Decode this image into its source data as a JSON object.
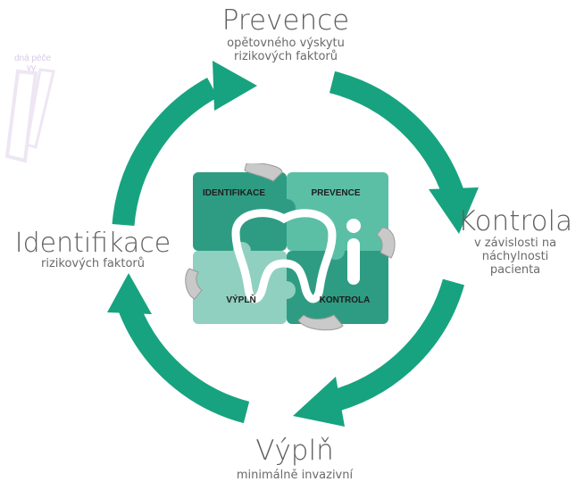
{
  "colors": {
    "ring": "#17a37f",
    "puzzle_dark": "#2e9c82",
    "puzzle_light": "#8fd0c0",
    "puzzle_mid": "#5bbfa6",
    "faded_text": "#d9c9e6"
  },
  "faded_fragment": {
    "line1": "dná péče",
    "line2": "vy"
  },
  "stages": {
    "top": {
      "title": "Prevence",
      "line1": "opětovného výskytu",
      "line2": "rizikových faktorů"
    },
    "right": {
      "title": "Kontrola",
      "line1": "v závislosti na",
      "line2": "náchylnosti",
      "line3": "pacienta"
    },
    "bottom": {
      "title": "Výplň",
      "line1": "minimálně invazivní"
    },
    "left": {
      "title": "Identifikace",
      "line1": "rizikových faktorů"
    }
  },
  "puzzle": {
    "top_left": "IDENTIFIKACE",
    "top_right": "PREVENCE",
    "bottom_left": "VÝPLŇ",
    "bottom_right": "KONTROLA"
  },
  "icons": [
    "cycle-arrow-icon",
    "hand-icon",
    "tooth-icon",
    "puzzle-icon"
  ]
}
